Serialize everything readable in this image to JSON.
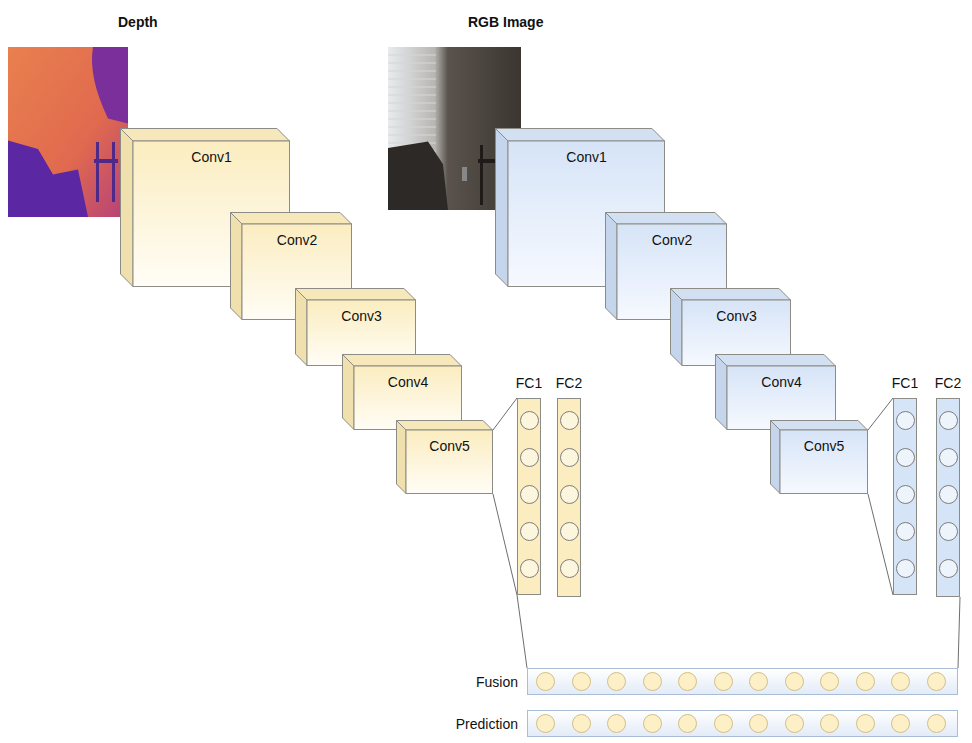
{
  "diagram": {
    "nodes": [
      {
        "text": [
          "Depth"
        ]
      },
      {
        "text": [
          "Conv1"
        ]
      },
      {
        "text": [
          "Conv2"
        ]
      },
      {
        "text": [
          "Conv3"
        ]
      },
      {
        "text": [
          "Conv4"
        ]
      },
      {
        "text": [
          "Conv5"
        ]
      },
      {
        "text": [
          "FC1"
        ]
      },
      {
        "text": [
          "FC2"
        ]
      },
      {
        "text": [
          "RGB Image"
        ]
      },
      {
        "text": [
          "Conv1"
        ]
      },
      {
        "text": [
          "Conv2"
        ]
      },
      {
        "text": [
          "Conv3"
        ]
      },
      {
        "text": [
          "Conv4"
        ]
      },
      {
        "text": [
          "Conv5"
        ]
      },
      {
        "text": [
          "FC1"
        ]
      },
      {
        "text": [
          "FC2"
        ]
      },
      {
        "text": [
          "Fusion"
        ]
      },
      {
        "text": [
          "Prediction"
        ]
      }
    ],
    "edges": [
      {
        "from": 5,
        "to": 6,
        "arrow": "none"
      },
      {
        "from": 13,
        "to": 14,
        "arrow": "none"
      },
      {
        "from": 6,
        "to": 16,
        "arrow": "none"
      },
      {
        "from": 15,
        "to": 16,
        "arrow": "none"
      }
    ]
  }
}
